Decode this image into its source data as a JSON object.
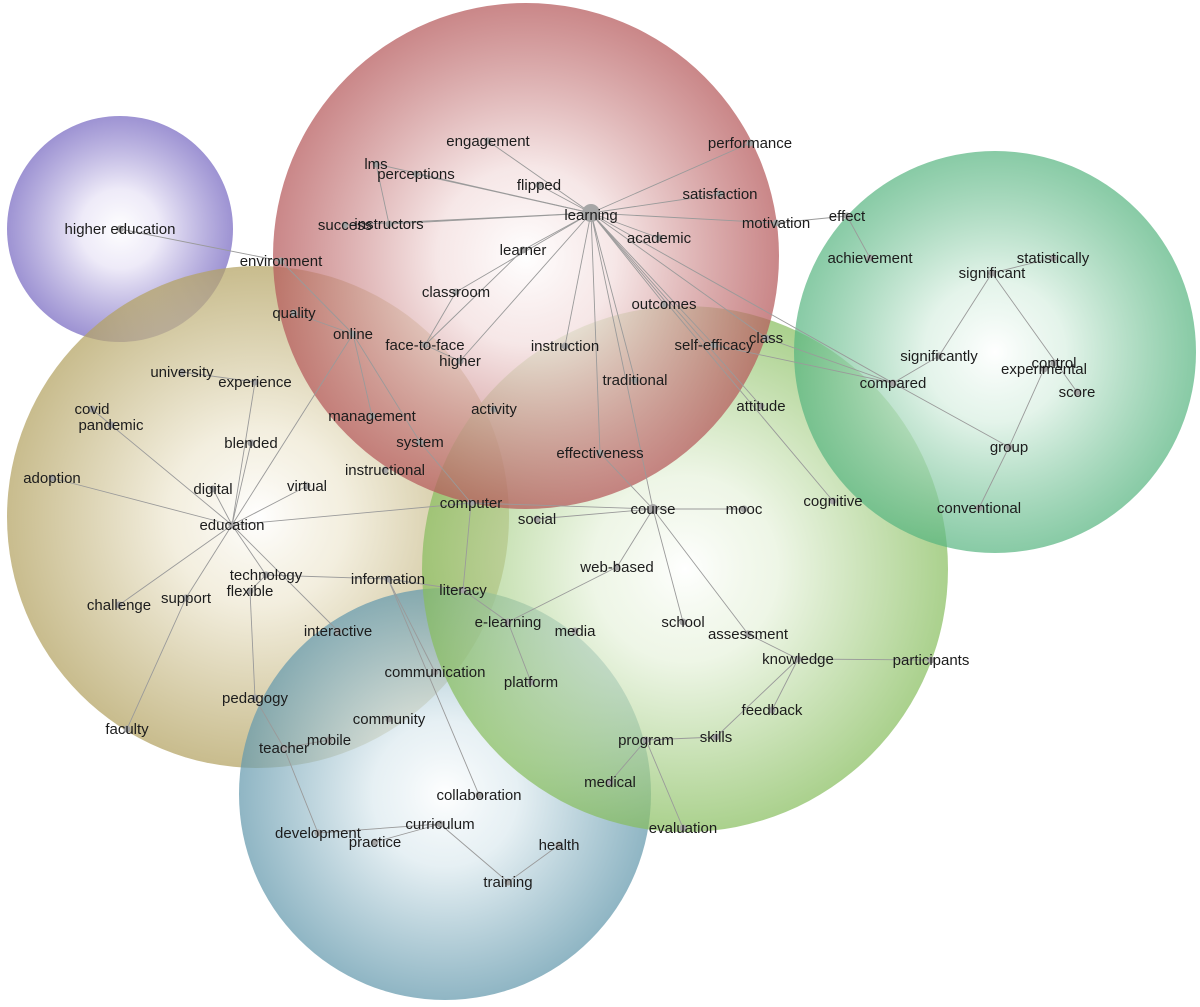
{
  "colors": {
    "cluster_purple": "#7d6fc4",
    "cluster_red": "#b5585a",
    "cluster_green": "#55b47f",
    "cluster_olive": "#b3a261",
    "cluster_lightgreen": "#86bd5c",
    "cluster_blue": "#6499ad",
    "edge": "#9a9a9a",
    "text": "#1c1c1c"
  },
  "terms": {
    "higher_education": "higher education",
    "engagement": "engagement",
    "performance": "performance",
    "lms": "lms",
    "perceptions": "perceptions",
    "flipped": "flipped",
    "satisfaction": "satisfaction",
    "success": "success",
    "instructors": "instructors",
    "learning": "learning",
    "motivation": "motivation",
    "effect": "effect",
    "academic": "academic",
    "learner": "learner",
    "environment": "environment",
    "achievement": "achievement",
    "statistically": "statistically",
    "significant": "significant",
    "classroom": "classroom",
    "quality": "quality",
    "outcomes": "outcomes",
    "online": "online",
    "face_to_face": "face-to-face",
    "instruction": "instruction",
    "self_efficacy": "self-efficacy",
    "class": "class",
    "higher": "higher",
    "significantly": "significantly",
    "control": "control",
    "experimental": "experimental",
    "university": "university",
    "experience": "experience",
    "traditional": "traditional",
    "compared": "compared",
    "score": "score",
    "covid": "covid",
    "attitude": "attitude",
    "activity": "activity",
    "management": "management",
    "pandemic": "pandemic",
    "blended": "blended",
    "system": "system",
    "group": "group",
    "effectiveness": "effectiveness",
    "instructional": "instructional",
    "adoption": "adoption",
    "virtual": "virtual",
    "digital": "digital",
    "cognitive": "cognitive",
    "computer": "computer",
    "course": "course",
    "mooc": "mooc",
    "conventional": "conventional",
    "social": "social",
    "education": "education",
    "web_based": "web-based",
    "technology": "technology",
    "information": "information",
    "flexible": "flexible",
    "literacy": "literacy",
    "support": "support",
    "challenge": "challenge",
    "e_learning": "e-learning",
    "school": "school",
    "media": "media",
    "interactive": "interactive",
    "assessment": "assessment",
    "knowledge": "knowledge",
    "participants": "participants",
    "communication": "communication",
    "platform": "platform",
    "pedagogy": "pedagogy",
    "feedback": "feedback",
    "community": "community",
    "faculty": "faculty",
    "skills": "skills",
    "program": "program",
    "mobile": "mobile",
    "teacher": "teacher",
    "medical": "medical",
    "collaboration": "collaboration",
    "curriculum": "curriculum",
    "evaluation": "evaluation",
    "development": "development",
    "practice": "practice",
    "health": "health",
    "training": "training"
  }
}
